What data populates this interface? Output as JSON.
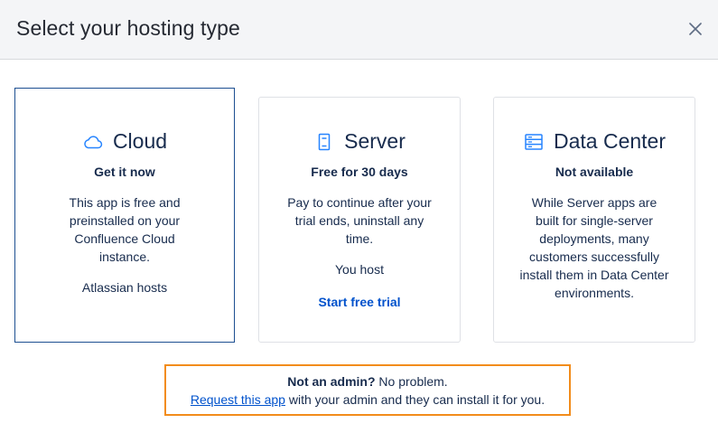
{
  "dialog": {
    "title": "Select your hosting type",
    "close_icon": "close-icon"
  },
  "options": [
    {
      "name": "Cloud",
      "icon": "cloud-icon",
      "subtitle": "Get it now",
      "description": "This app is free and preinstalled on your Confluence Cloud instance.",
      "extra": "Atlassian hosts",
      "selected": true
    },
    {
      "name": "Server",
      "icon": "server-icon",
      "subtitle": "Free for 30 days",
      "description": "Pay to continue after your trial ends, uninstall any time.",
      "extra": "You host",
      "action": "Start free trial"
    },
    {
      "name": "Data Center",
      "icon": "data-center-icon",
      "subtitle": "Not available",
      "description": "While Server apps are built for single-server deployments, many customers successfully install them in Data Center environments."
    }
  ],
  "notice": {
    "bold": "Not an admin?",
    "rest": " No problem.",
    "link": "Request this app",
    "tail": " with your admin and they can install it for you."
  },
  "colors": {
    "accent": "#0052CC",
    "selected_border": "#1D4F91",
    "highlight_border": "#F28C1B"
  }
}
